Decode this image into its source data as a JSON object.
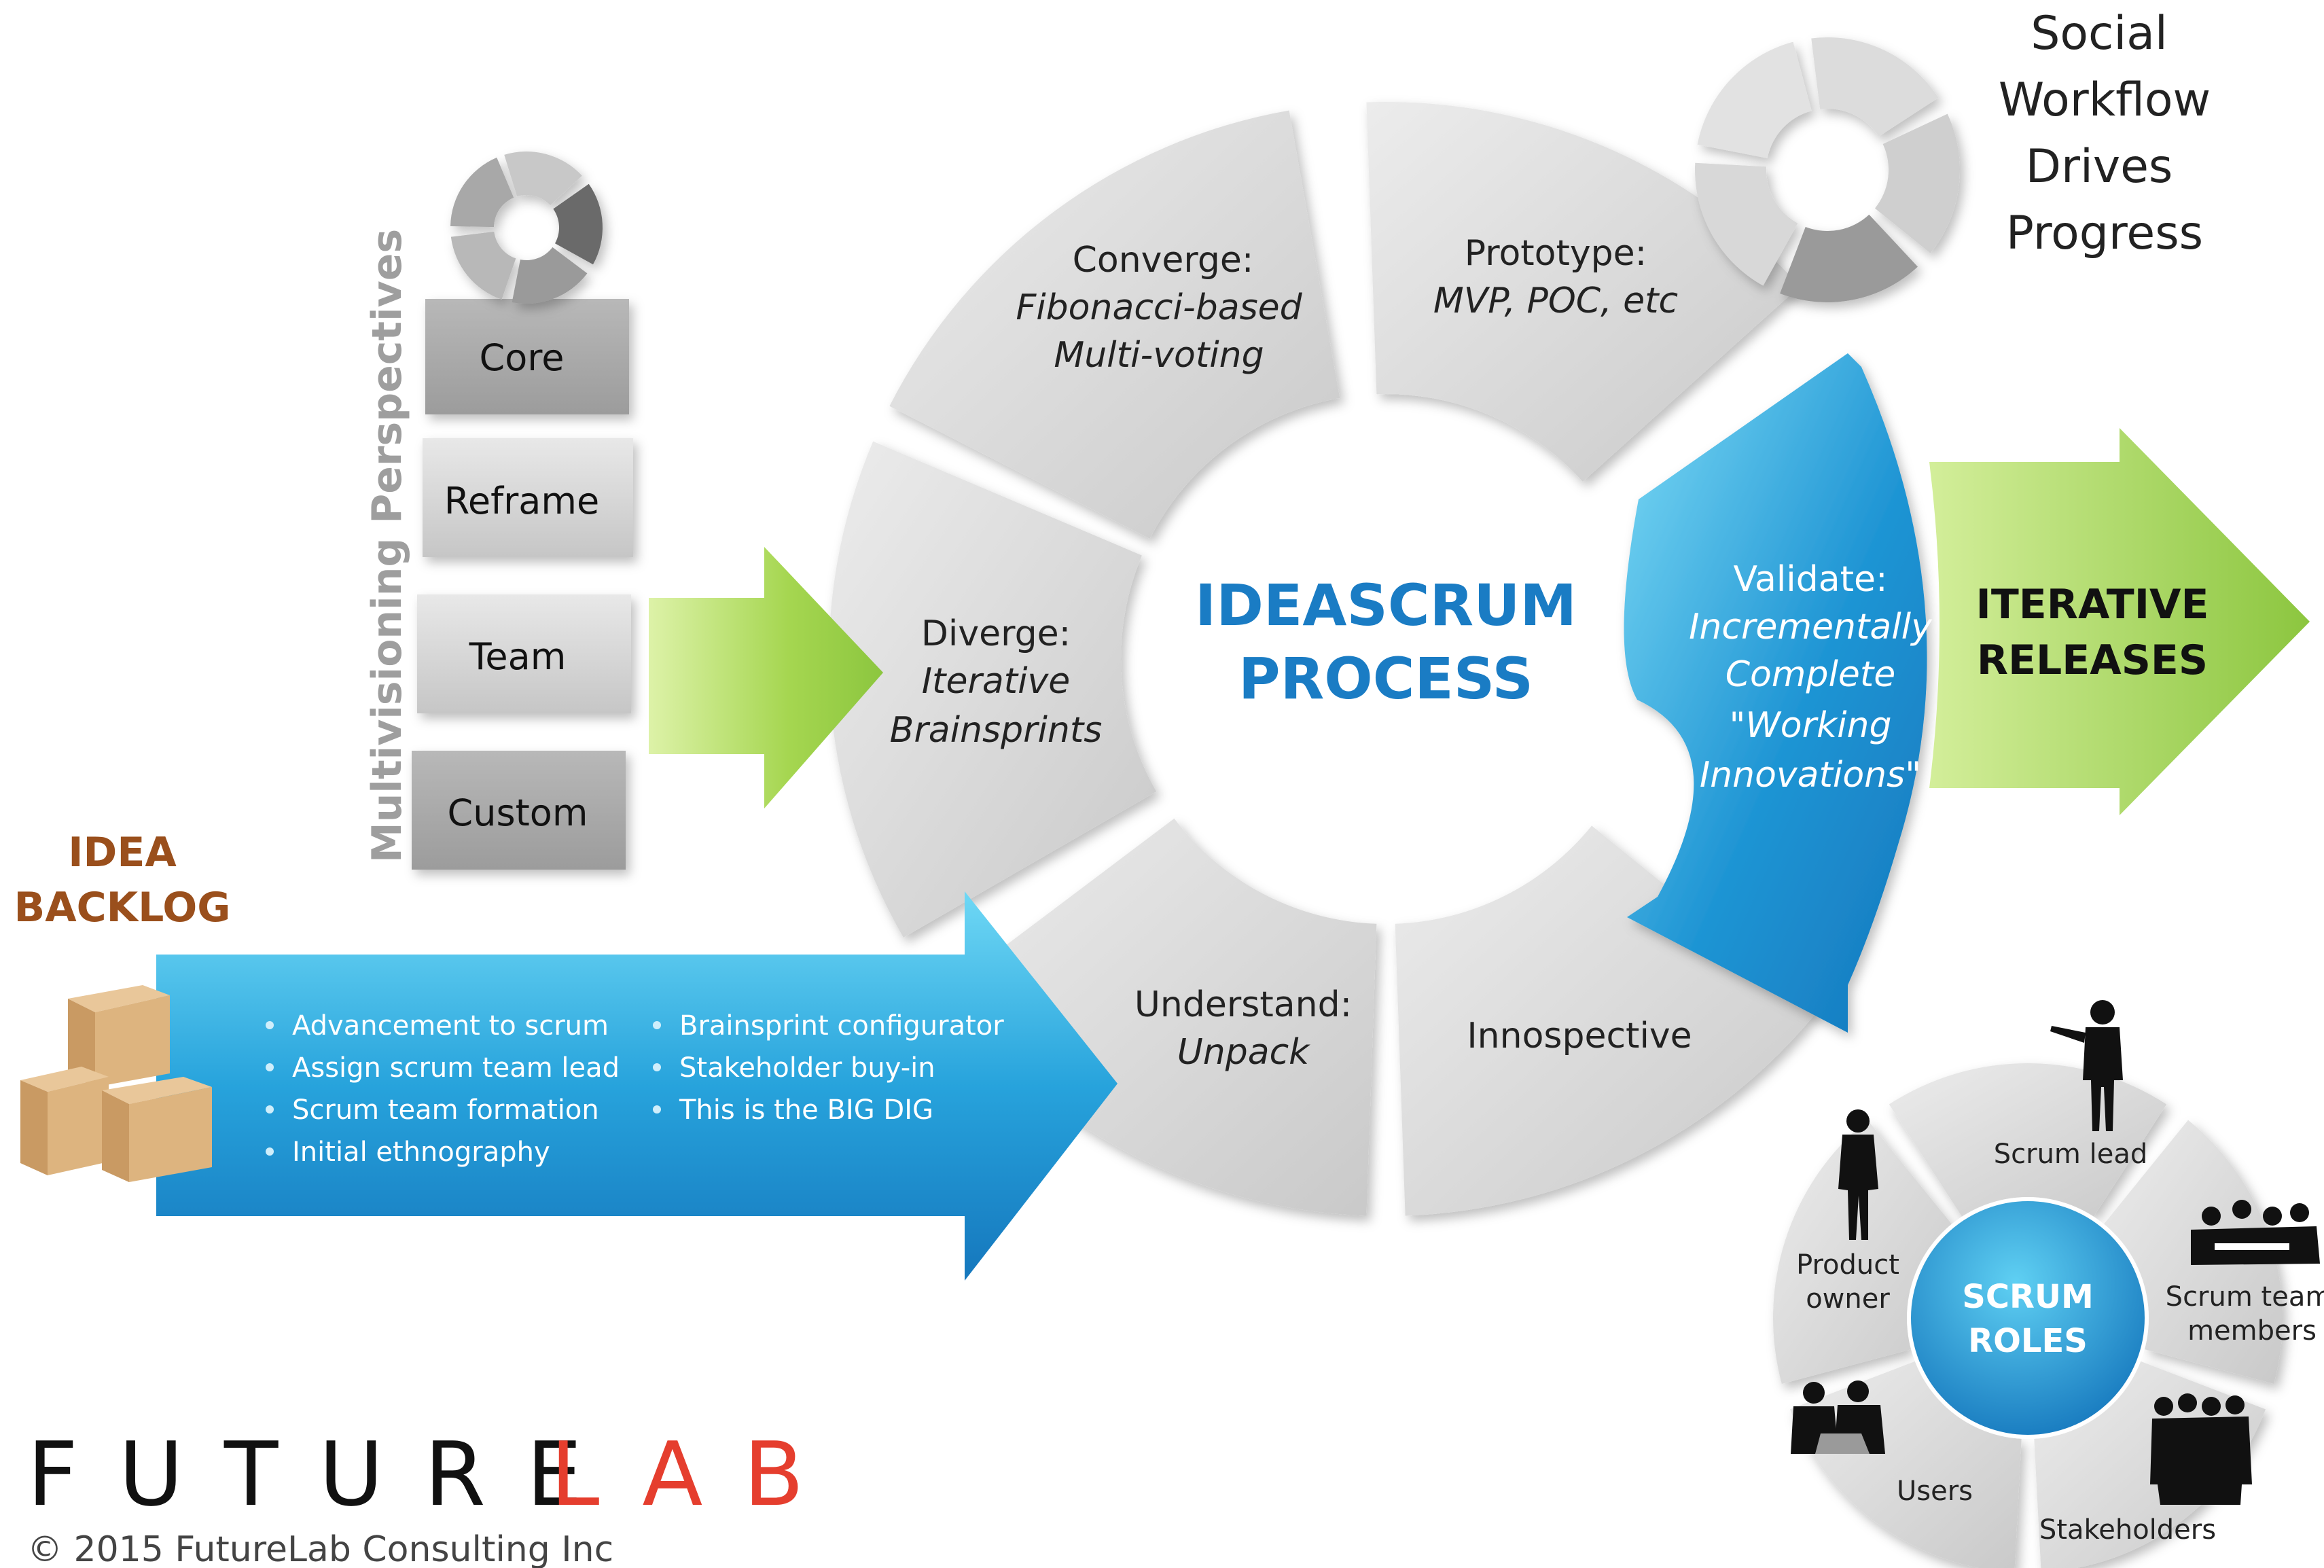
{
  "title": {
    "line1": "IDEASCRUM",
    "line2": "PROCESS"
  },
  "phases": [
    {
      "id": "converge",
      "label": "Converge:",
      "sub1": "Fibonacci-based",
      "sub2": "Multi-voting"
    },
    {
      "id": "prototype",
      "label": "Prototype:",
      "sub1": "MVP, POC, etc",
      "sub2": ""
    },
    {
      "id": "validate",
      "label": "Validate:",
      "sub1": "Incrementally",
      "sub2": "Complete",
      "sub3": "\"Working",
      "sub4": "Innovations\""
    },
    {
      "id": "innospective",
      "label": "Innospective",
      "sub1": "",
      "sub2": ""
    },
    {
      "id": "understand",
      "label": "Understand:",
      "sub1": "Unpack",
      "sub2": ""
    },
    {
      "id": "diverge",
      "label": "Diverge:",
      "sub1": "Iterative",
      "sub2": "Brainsprints"
    }
  ],
  "social": {
    "line1": "Social",
    "line2": "Workflow",
    "line3": "Drives",
    "line4": "Progress"
  },
  "perspectives": {
    "vertical_label": "Multivisioning Perspectives",
    "items": [
      "Core",
      "Reframe",
      "Team",
      "Custom"
    ]
  },
  "backlog": {
    "title1": "IDEA",
    "title2": "BACKLOG",
    "bullets_left": [
      "Advancement to scrum",
      "Assign scrum team lead",
      "Scrum team formation",
      "Initial ethnography"
    ],
    "bullets_right": [
      "Brainsprint configurator",
      "Stakeholder buy-in",
      "This is the BIG DIG"
    ]
  },
  "releases": {
    "line1": "ITERATIVE",
    "line2": "RELEASES"
  },
  "scrum_roles": {
    "center1": "SCRUM",
    "center2": "ROLES",
    "roles": [
      {
        "line1": "Scrum lead",
        "line2": ""
      },
      {
        "line1": "Scrum team",
        "line2": "members"
      },
      {
        "line1": "Stakeholders",
        "line2": ""
      },
      {
        "line1": "Users",
        "line2": ""
      },
      {
        "line1": "Product",
        "line2": "owner"
      }
    ]
  },
  "brand": {
    "logo_dark": "FUTURE",
    "logo_accent": "LAB",
    "copyright": "© 2015 FutureLab Consulting Inc"
  },
  "colors": {
    "title_blue": "#1a7cc4",
    "backlog_brown": "#9a4f1c",
    "logo_red": "#e53e2e",
    "arrow_green": "#8cc63f",
    "arrow_blue": "#1f95d4",
    "ring_gray": "#d6d6d6"
  }
}
